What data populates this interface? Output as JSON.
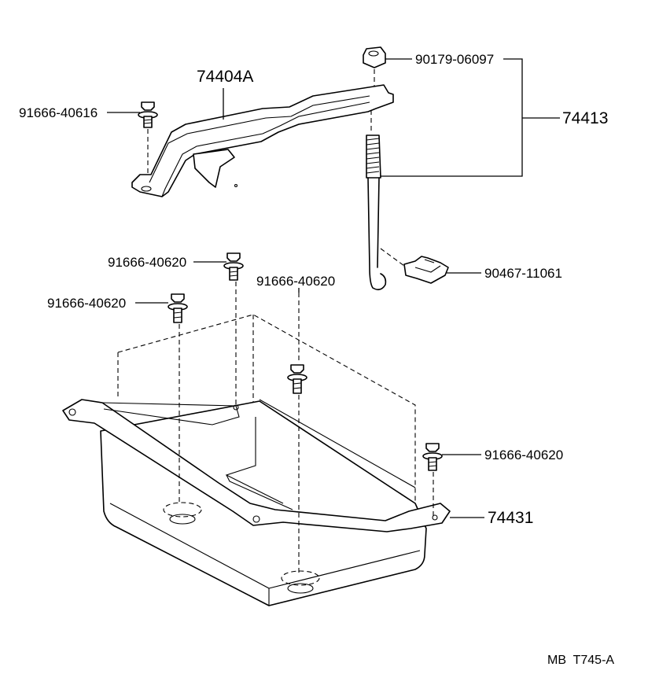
{
  "parts": {
    "hold_down_clamp": "74404A",
    "clamp_bolt": "91666-40616",
    "nut": "90179-06097",
    "rod_assembly": "74413",
    "hook": "90467-11061",
    "tray_bolt_a": "91666-40620",
    "tray_bolt_b": "91666-40620",
    "tray_bolt_c": "91666-40620",
    "tray_bolt_d": "91666-40620",
    "tray": "74431"
  },
  "footer": {
    "code": "MB  T745-A"
  }
}
